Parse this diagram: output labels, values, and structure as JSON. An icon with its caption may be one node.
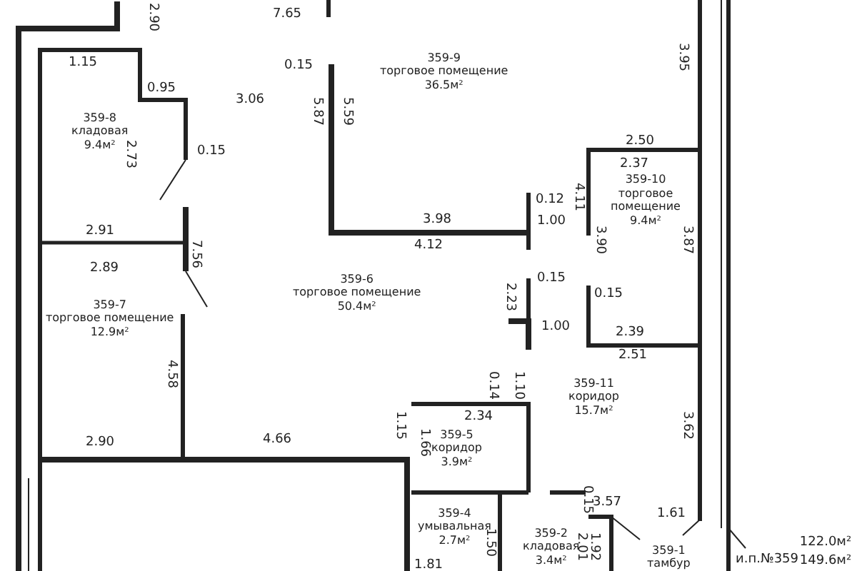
{
  "diagram": {
    "nodes": [
      {
        "text": [
          "359-9",
          "торговое помещение",
          "36.5м²"
        ]
      },
      {
        "text": [
          "359-8",
          "кладовая",
          "9.4м²"
        ]
      },
      {
        "text": [
          "359-10",
          "торговое помещение",
          "9.4м²"
        ]
      },
      {
        "text": [
          "359-6",
          "торговое помещение",
          "50.4м²"
        ]
      },
      {
        "text": [
          "359-7",
          "торговое помещение",
          "12.9м²"
        ]
      },
      {
        "text": [
          "359-11",
          "коридор",
          "15.7м²"
        ]
      },
      {
        "text": [
          "359-5",
          "коридор",
          "3.9м²"
        ]
      },
      {
        "text": [
          "359-4",
          "умывальная",
          "2.7м²"
        ]
      },
      {
        "text": [
          "359-2",
          "кладовая",
          "3.4м²"
        ]
      },
      {
        "text": [
          "359-1",
          "тамбур"
        ]
      }
    ],
    "edges": [],
    "labels": [
      "2.90",
      "7.65",
      "3.95",
      "1.15",
      "0.15",
      "0.95",
      "3.06",
      "5.87",
      "5.59",
      "2.73",
      "0.15",
      "2.50",
      "2.37",
      "4.11",
      "0.12",
      "1.00",
      "3.90",
      "3.87",
      "2.91",
      "7.56",
      "3.98",
      "4.12",
      "2.89",
      "2.23",
      "0.15",
      "0.15",
      "2.39",
      "2.51",
      "1.00",
      "4.58",
      "0.14",
      "1.10",
      "2.90",
      "4.66",
      "1.15",
      "1.66",
      "2.34",
      "3.62",
      "0.15",
      "3.57",
      "1.61",
      "1.50",
      "2.01",
      "1.92",
      "1.81",
      "и.п.№359",
      "122.0м²",
      "149.6м²"
    ]
  }
}
